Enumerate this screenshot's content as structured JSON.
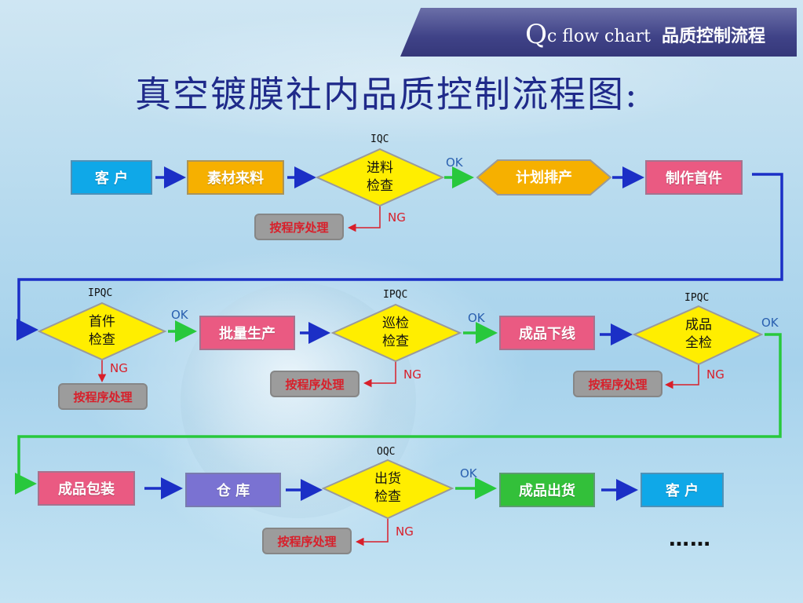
{
  "header": {
    "q_letter": "Q",
    "q_rest": "c flow chart",
    "cn": "品质控制流程"
  },
  "title": "真空镀膜社内品质控制流程图:",
  "colors": {
    "blue_box": "#0fa8e8",
    "orange_box": "#f6b000",
    "pink_box": "#ea5a82",
    "purple_box": "#7a72d2",
    "green_box": "#33c03a",
    "diamond": "#ffee00",
    "arrow_blue": "#1b2fc6",
    "arrow_green": "#28c83c",
    "arrow_red": "#d81f2a"
  },
  "nodes": {
    "customer_start": "客 户",
    "material": "素材来料",
    "incoming_check": [
      "进料",
      "检查"
    ],
    "plan": "计划排产",
    "first_piece": "制作首件",
    "first_check": [
      "首件",
      "检查"
    ],
    "mass_production": "批量生产",
    "patrol_check": [
      "巡检",
      "检查"
    ],
    "finished_offline": "成品下线",
    "full_check": [
      "成品",
      "全检"
    ],
    "packing": "成品包装",
    "warehouse": "仓 库",
    "shipment_check": [
      "出货",
      "检查"
    ],
    "shipping": "成品出货",
    "customer_end": "客 户"
  },
  "ng_process": "按程序处理",
  "qc_labels": {
    "iqc": "IQC",
    "ipqc1": "IPQC",
    "ipqc2": "IPQC",
    "ipqc3": "IPQC",
    "oqc": "OQC"
  },
  "ok_label": "OK",
  "ng_label": "NG",
  "ellipsis": "……"
}
